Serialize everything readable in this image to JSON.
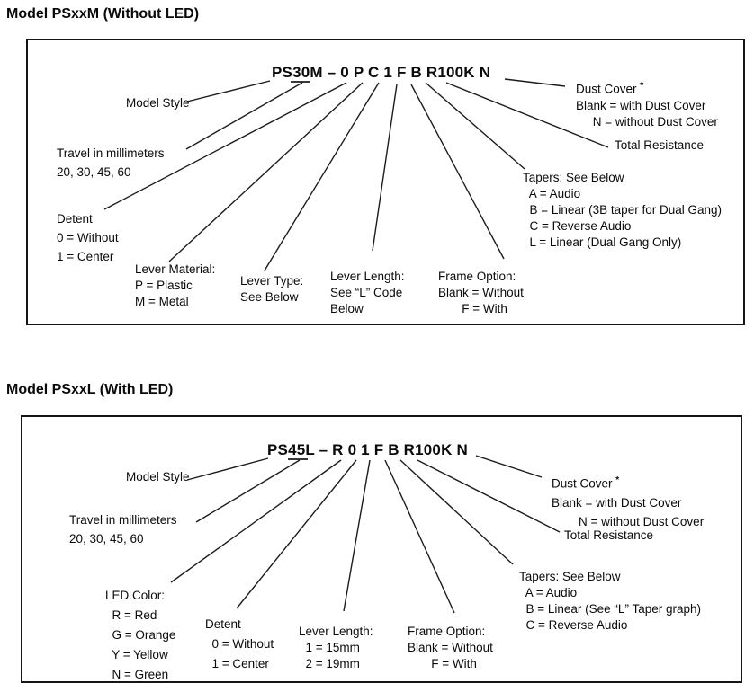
{
  "sections": [
    {
      "title": "Model PSxxM (Without LED)",
      "part_number": "PS30M – 0 P C 1 F B R100K N",
      "labels": {
        "model_style": "Model Style",
        "travel": "Travel in millimeters\n20, 30, 45, 60",
        "detent": "Detent\n0 = Without\n1 = Center",
        "lever_material": "Lever Material:\nP = Plastic\nM = Metal",
        "lever_type": "Lever Type:\nSee Below",
        "lever_length": "Lever Length:\nSee “L” Code\nBelow",
        "frame_option": "Frame Option:\nBlank = Without\n       F = With",
        "dust_cover_title": "Dust Cover ",
        "dust_cover_sup": "*",
        "dust_cover_rest": "Blank = with Dust Cover\n     N = without Dust Cover",
        "total_resistance": "Total Resistance",
        "tapers": "Tapers: See Below\n  A = Audio\n  B = Linear (3B taper for Dual Gang)\n  C = Reverse Audio\n  L = Linear (Dual Gang Only)"
      }
    },
    {
      "title": "Model PSxxL (With LED)",
      "part_number": "PS45L – R 0 1 F B R100K N",
      "labels": {
        "model_style": "Model Style",
        "travel": "Travel in millimeters\n20, 30, 45, 60",
        "led_color": "LED Color:\n  R = Red\n  G = Orange\n  Y = Yellow\n  N = Green",
        "detent": "Detent\n  0 = Without\n  1 = Center",
        "lever_length": "Lever Length:\n  1 = 15mm\n  2 = 19mm",
        "frame_option": "Frame Option:\nBlank = Without\n       F = With",
        "dust_cover_title": "Dust Cover ",
        "dust_cover_sup": "*",
        "dust_cover_rest": "Blank = with Dust Cover\n        N = without Dust Cover",
        "total_resistance": "Total Resistance",
        "tapers": "Tapers: See Below\n  A = Audio\n  B = Linear (See “L” Taper graph)\n  C = Reverse Audio"
      }
    }
  ]
}
